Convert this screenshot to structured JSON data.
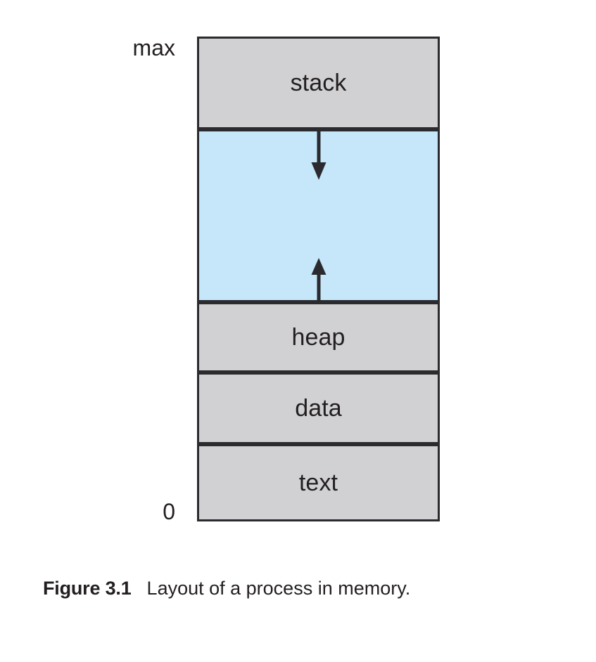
{
  "figure": {
    "caption_number": "Figure 3.1",
    "caption_text": "Layout of a process in memory.",
    "axis": {
      "top_label": "max",
      "bottom_label": "0"
    },
    "colors": {
      "segment_fill": "#d1d1d3",
      "free_fill": "#c5e7f9",
      "stroke": "#2b2b2f",
      "text": "#231f20",
      "page_background": "#ffffff"
    },
    "segments": [
      {
        "id": "stack",
        "label": "stack",
        "fill": "#d1d1d3"
      },
      {
        "id": "free",
        "label": "",
        "fill": "#c5e7f9"
      },
      {
        "id": "heap",
        "label": "heap",
        "fill": "#d1d1d3"
      },
      {
        "id": "data",
        "label": "data",
        "fill": "#d1d1d3"
      },
      {
        "id": "text",
        "label": "text",
        "fill": "#d1d1d3"
      }
    ],
    "arrows": [
      {
        "id": "stack-growth",
        "direction": "down",
        "icon": "arrow-down-icon"
      },
      {
        "id": "heap-growth",
        "direction": "up",
        "icon": "arrow-up-icon"
      }
    ]
  }
}
